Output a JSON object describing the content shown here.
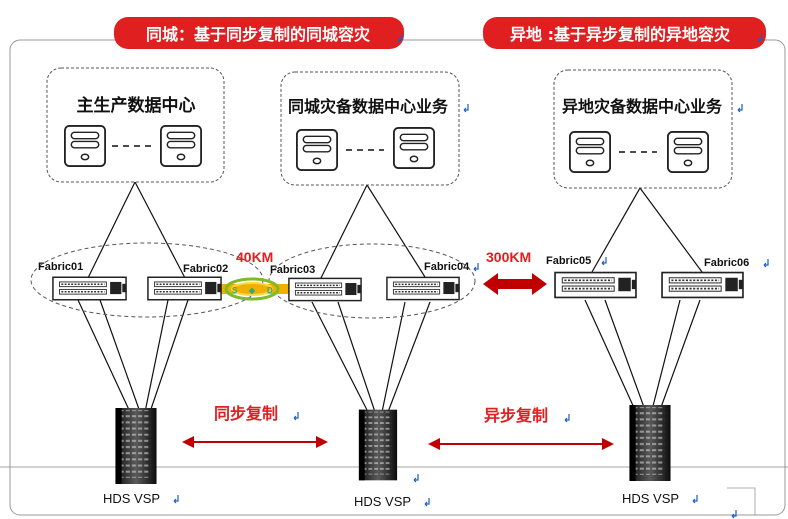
{
  "banners": {
    "left": "同城：基于同步复制的同城容灾",
    "right": "异地 :基于异步复制的异地容灾"
  },
  "sites": {
    "main": "主生产数据中心",
    "same_city": "同城灾备数据中心业务",
    "remote": "异地灾备数据中心业务"
  },
  "fabrics": [
    "Fabric01",
    "Fabric02",
    "Fabric03",
    "Fabric04",
    "Fabric05",
    "Fabric06"
  ],
  "links": {
    "dist_40": "40KM",
    "dist_300": "300KM",
    "sync": "同步复制",
    "async": "异步复制"
  },
  "storage": {
    "left": "HDS VSP",
    "middle": "HDS VSP",
    "right": "HDS VSP"
  },
  "colors": {
    "banner": "#e02020",
    "link_red": "#c00000",
    "label_red": "#e02020",
    "accent_blue": "#1a5ec8"
  },
  "icons": [
    "server-icon",
    "switch-icon",
    "storage-array-icon",
    "paragraph-mark-icon"
  ]
}
